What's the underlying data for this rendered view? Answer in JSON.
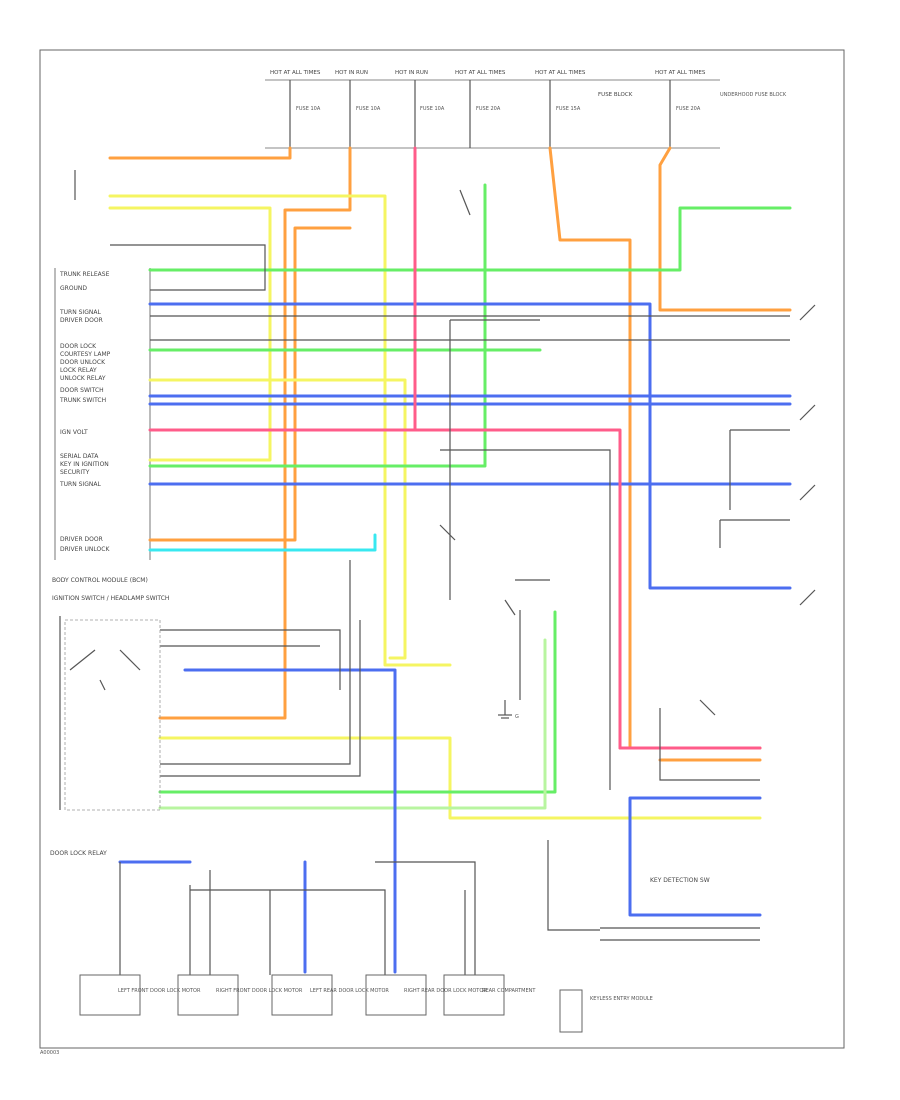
{
  "diagram": {
    "footer_code": "A00003",
    "fuse_box_label": "FUSE BLOCK",
    "left_connector_label": "BODY CONTROL MODULE (BCM)",
    "ignition_switch_label": "IGNITION SWITCH / HEADLAMP SWITCH",
    "door_lock_relay_label": "DOOR LOCK RELAY",
    "key_detection_label": "KEY DETECTION SW",
    "ground_label": "G",
    "bottom_box_label": "KEYLESS ENTRY MODULE",
    "door_lock_motor_labels": [
      "LEFT FRONT DOOR LOCK MOTOR",
      "RIGHT FRONT DOOR LOCK MOTOR",
      "LEFT REAR DOOR LOCK MOTOR",
      "RIGHT REAR DOOR LOCK MOTOR",
      "REAR COMPARTMENT"
    ],
    "wire_colors": {
      "orange": "#ffa040",
      "yellow": "#f5f562",
      "green": "#66ee66",
      "blue": "#4c6ef0",
      "pink": "#ff5c8a",
      "cyan": "#38e8f0",
      "black": "#444444",
      "tan": "#d8c8a8",
      "light_green": "#b8f5a0"
    }
  }
}
